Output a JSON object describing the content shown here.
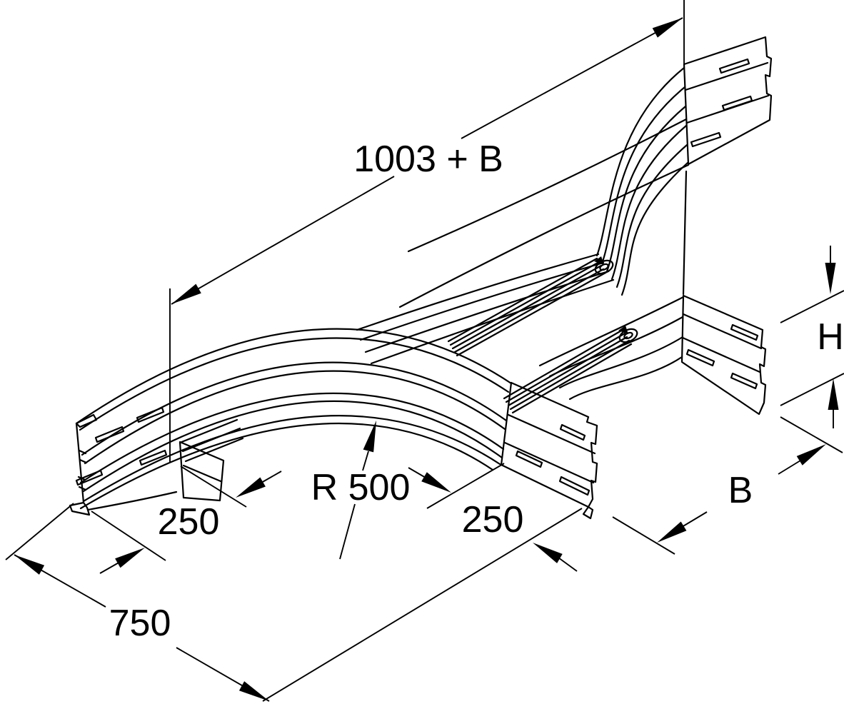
{
  "drawing": {
    "background": "#ffffff",
    "line_color": "#000000",
    "dimensions": {
      "overall_length": {
        "label": "1003 + B"
      },
      "offset_left": {
        "label": "250"
      },
      "offset_right": {
        "label": "250"
      },
      "overall_width": {
        "label": "750"
      },
      "bend_radius": {
        "label": "R 500"
      },
      "rail_height": {
        "label": "H"
      },
      "tray_width": {
        "label": "B"
      }
    }
  }
}
